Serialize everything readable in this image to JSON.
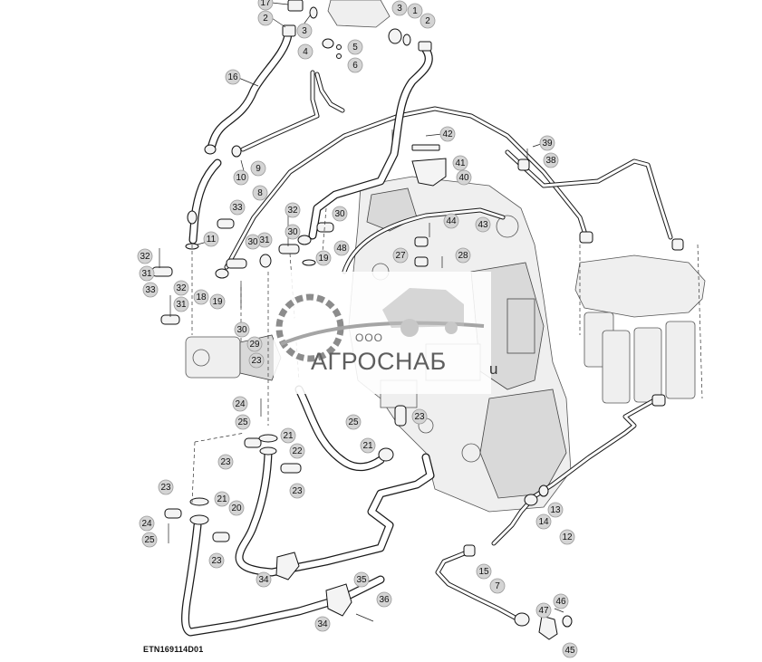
{
  "diagram": {
    "id_label": "ETN169114D01",
    "watermark": {
      "small_text": "ООО",
      "brand_text": "АГРОСНАБ",
      "tail_text": "u"
    },
    "callouts": [
      {
        "label": "17"
      },
      {
        "label": "2"
      },
      {
        "label": "3"
      },
      {
        "label": "3"
      },
      {
        "label": "1"
      },
      {
        "label": "2"
      },
      {
        "label": "4"
      },
      {
        "label": "5"
      },
      {
        "label": "6"
      },
      {
        "label": "16"
      },
      {
        "label": "42"
      },
      {
        "label": "39"
      },
      {
        "label": "38"
      },
      {
        "label": "41"
      },
      {
        "label": "40"
      },
      {
        "label": "10"
      },
      {
        "label": "9"
      },
      {
        "label": "8"
      },
      {
        "label": "33"
      },
      {
        "label": "32"
      },
      {
        "label": "30"
      },
      {
        "label": "44"
      },
      {
        "label": "43"
      },
      {
        "label": "11"
      },
      {
        "label": "31"
      },
      {
        "label": "30"
      },
      {
        "label": "30"
      },
      {
        "label": "48"
      },
      {
        "label": "27"
      },
      {
        "label": "28"
      },
      {
        "label": "32"
      },
      {
        "label": "19"
      },
      {
        "label": "31"
      },
      {
        "label": "33"
      },
      {
        "label": "32"
      },
      {
        "label": "18"
      },
      {
        "label": "19"
      },
      {
        "label": "31"
      },
      {
        "label": "30"
      },
      {
        "label": "29"
      },
      {
        "label": "23"
      },
      {
        "label": "24"
      },
      {
        "label": "25"
      },
      {
        "label": "25"
      },
      {
        "label": "23"
      },
      {
        "label": "21"
      },
      {
        "label": "22"
      },
      {
        "label": "23"
      },
      {
        "label": "21"
      },
      {
        "label": "23"
      },
      {
        "label": "23"
      },
      {
        "label": "21"
      },
      {
        "label": "20"
      },
      {
        "label": "24"
      },
      {
        "label": "25"
      },
      {
        "label": "23"
      },
      {
        "label": "13"
      },
      {
        "label": "14"
      },
      {
        "label": "12"
      },
      {
        "label": "15"
      },
      {
        "label": "34"
      },
      {
        "label": "35"
      },
      {
        "label": "36"
      },
      {
        "label": "7"
      },
      {
        "label": "34"
      },
      {
        "label": "46"
      },
      {
        "label": "47"
      },
      {
        "label": "45"
      }
    ]
  }
}
